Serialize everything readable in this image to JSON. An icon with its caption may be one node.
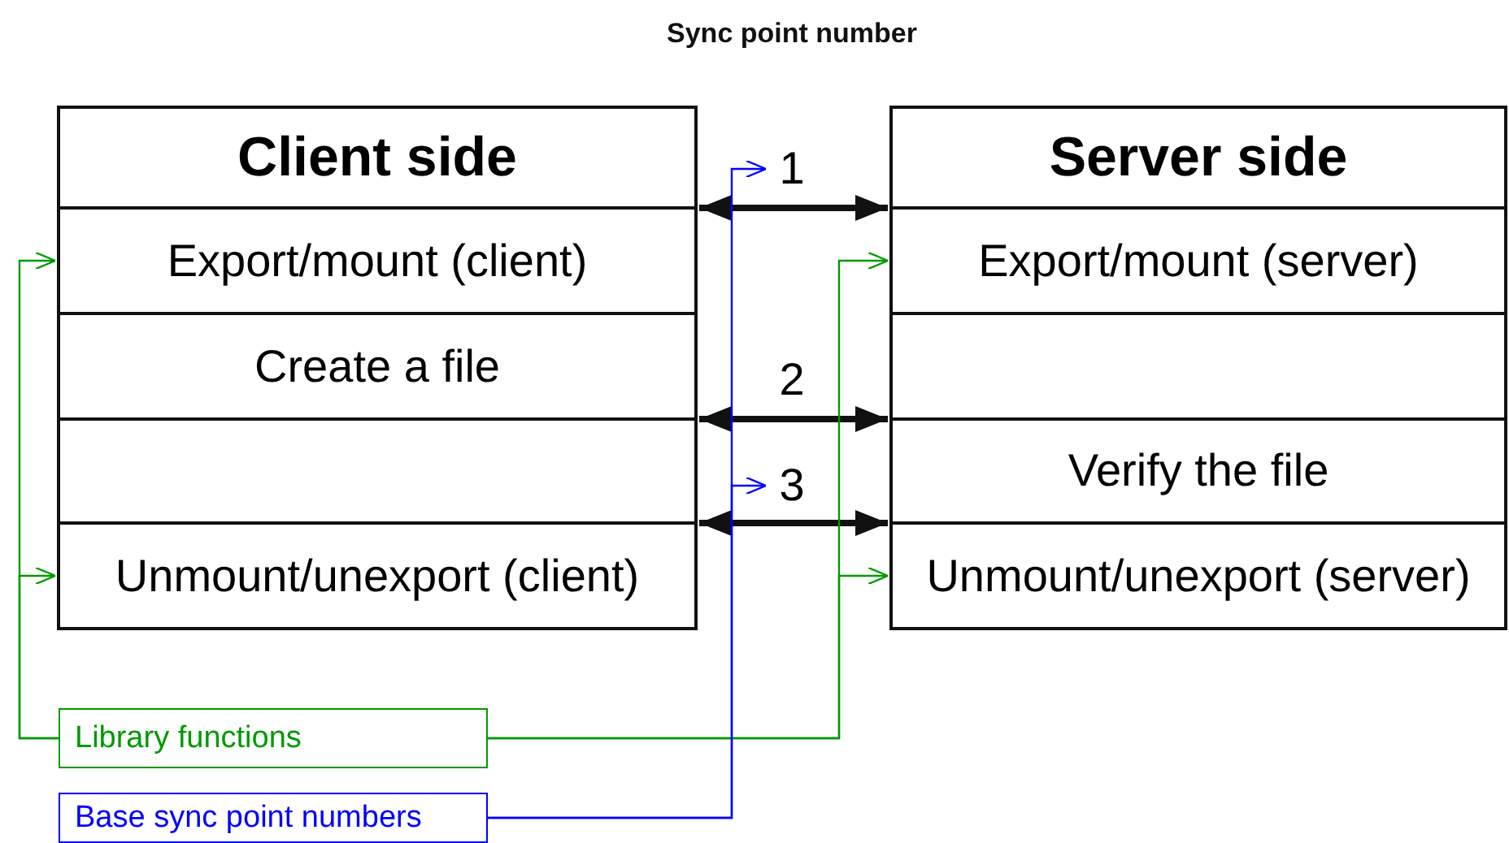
{
  "diagram": {
    "nodes": [
      {
        "text": [
          "Client side"
        ]
      },
      {
        "text": [
          "Export/mount (client)"
        ]
      },
      {
        "text": [
          "Create a file"
        ]
      },
      {
        "text": [],
        "shape": "box"
      },
      {
        "text": [
          "Unmount/unexport (client)"
        ]
      },
      {
        "text": [
          "Server side"
        ]
      },
      {
        "text": [
          "Export/mount (server)"
        ]
      },
      {
        "text": [],
        "shape": "box"
      },
      {
        "text": [
          "Verify the file"
        ]
      },
      {
        "text": [
          "Unmount/unexport (server)"
        ]
      },
      {
        "text": [
          "1"
        ]
      },
      {
        "text": [
          "2"
        ]
      },
      {
        "text": [
          "3"
        ]
      },
      {
        "text": [
          "Library functions"
        ]
      },
      {
        "text": [
          "Base sync point numbers"
        ]
      }
    ],
    "edges": [
      {
        "from": 0,
        "to": 5,
        "arrow": "both",
        "style": "thick",
        "color": "#111111"
      },
      {
        "from": 2,
        "to": 7,
        "arrow": "both",
        "style": "thick",
        "color": "#111111"
      },
      {
        "from": 3,
        "to": 8,
        "arrow": "both",
        "style": "thick",
        "color": "#111111"
      },
      {
        "from": 13,
        "to": 1,
        "arrow": "to",
        "color": "#009900"
      },
      {
        "from": 13,
        "to": 4,
        "arrow": "to",
        "color": "#009900"
      },
      {
        "from": 13,
        "to": 6,
        "arrow": "to",
        "color": "#009900"
      },
      {
        "from": 13,
        "to": 9,
        "arrow": "to",
        "color": "#009900"
      },
      {
        "from": 14,
        "to": 10,
        "arrow": "to",
        "color": "#0000ff"
      },
      {
        "from": 14,
        "to": 12,
        "arrow": "to",
        "color": "#0000ff"
      }
    ],
    "labels": [
      "Sync point number"
    ]
  }
}
